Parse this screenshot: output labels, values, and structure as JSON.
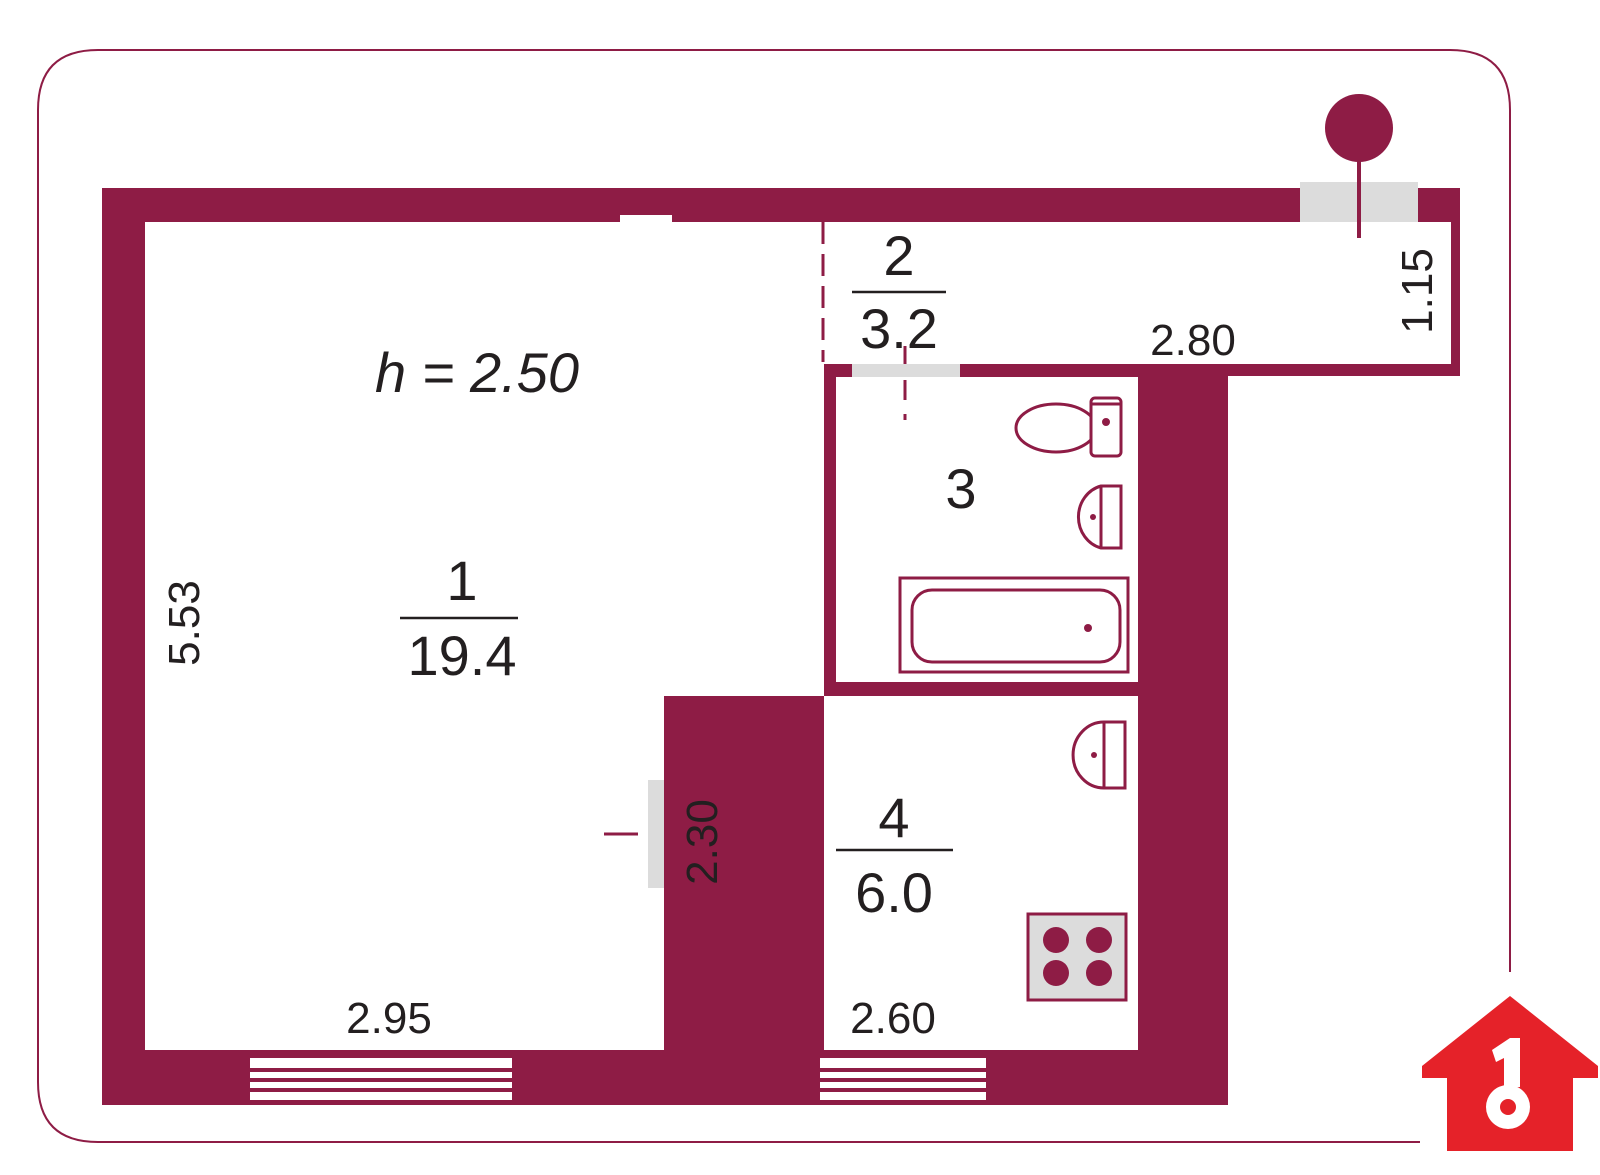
{
  "colors": {
    "wall": "#8e1c45",
    "window": "#dcdcdc",
    "logo": "#e52229",
    "text": "#231f20",
    "background": "#ffffff"
  },
  "plan": {
    "ceiling_height": "h = 2.50"
  },
  "rooms": [
    {
      "number": "1",
      "area": "19.4"
    },
    {
      "number": "2",
      "area": "3.2"
    },
    {
      "number": "3"
    },
    {
      "number": "4",
      "area": "6.0"
    }
  ],
  "dimensions": {
    "room1_width": "2.95",
    "room1_length": "5.53",
    "room2_length": "2.80",
    "room2_width": "1.15",
    "room4_width": "2.60",
    "room4_length": "2.30"
  },
  "fixtures": {
    "room3": [
      "toilet-icon",
      "washbasin-icon",
      "bathtub-icon"
    ],
    "room4": [
      "sink-icon",
      "stove-icon"
    ]
  },
  "logo": {
    "icon": "house-key-icon"
  }
}
